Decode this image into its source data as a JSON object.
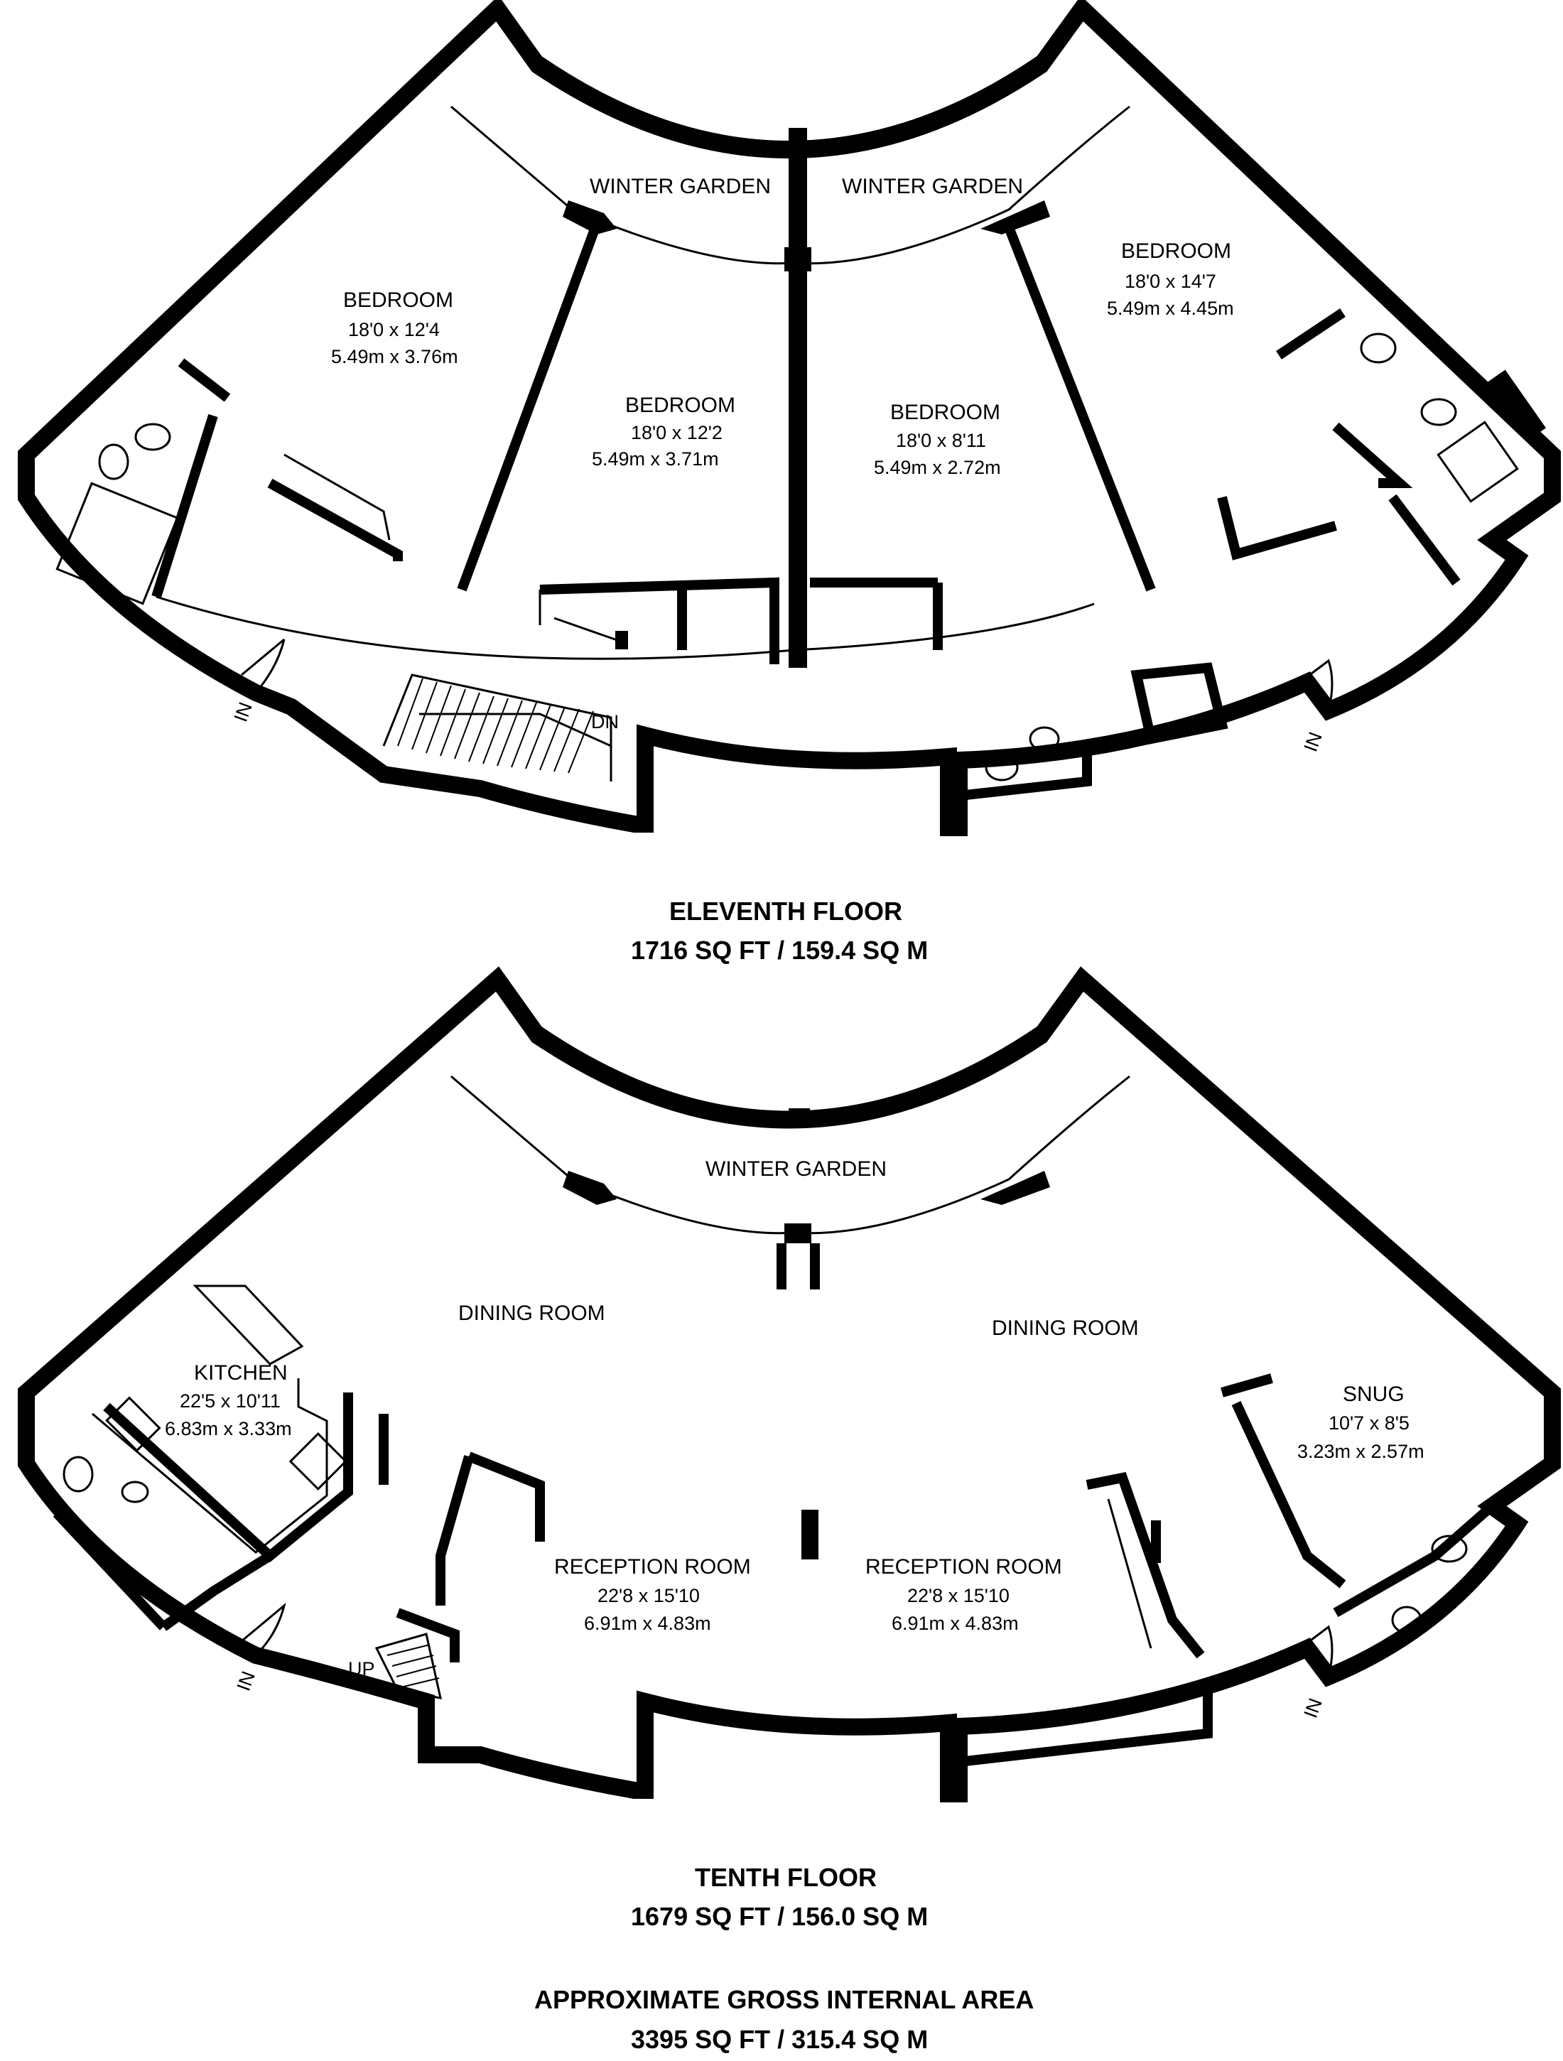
{
  "eleventh_floor": {
    "title": "ELEVENTH FLOOR",
    "area": "1716 SQ FT / 159.4 SQ M",
    "rooms": {
      "winter_garden_left": "WINTER GARDEN",
      "winter_garden_right": "WINTER GARDEN",
      "bedroom_1": {
        "name": "BEDROOM",
        "imperial": "18'0 x 12'4",
        "metric": "5.49m x 3.76m"
      },
      "bedroom_2": {
        "name": "BEDROOM",
        "imperial": "18'0 x 12'2",
        "metric": "5.49m x 3.71m"
      },
      "bedroom_3": {
        "name": "BEDROOM",
        "imperial": "18'0 x 8'11",
        "metric": "5.49m x 2.72m"
      },
      "bedroom_4": {
        "name": "BEDROOM",
        "imperial": "18'0 x 14'7",
        "metric": "5.49m x 4.45m"
      }
    },
    "entrance_left": "IN",
    "entrance_right": "IN",
    "stairs": "DN"
  },
  "tenth_floor": {
    "title": "TENTH FLOOR",
    "area": "1679 SQ FT / 156.0 SQ M",
    "rooms": {
      "winter_garden": "WINTER GARDEN",
      "dining_left": "DINING ROOM",
      "dining_right": "DINING ROOM",
      "kitchen": {
        "name": "KITCHEN",
        "imperial": "22'5 x 10'11",
        "metric": "6.83m x 3.33m"
      },
      "snug": {
        "name": "SNUG",
        "imperial": "10'7 x 8'5",
        "metric": "3.23m x 2.57m"
      },
      "reception_left": {
        "name": "RECEPTION ROOM",
        "imperial": "22'8 x 15'10",
        "metric": "6.91m x 4.83m"
      },
      "reception_right": {
        "name": "RECEPTION ROOM",
        "imperial": "22'8 x 15'10",
        "metric": "6.91m x 4.83m"
      }
    },
    "entrance_left": "IN",
    "entrance_right": "IN",
    "stairs": "UP"
  },
  "gross_area": {
    "title": "APPROXIMATE GROSS INTERNAL AREA",
    "area": "3395 SQ FT / 315.4 SQ M"
  }
}
